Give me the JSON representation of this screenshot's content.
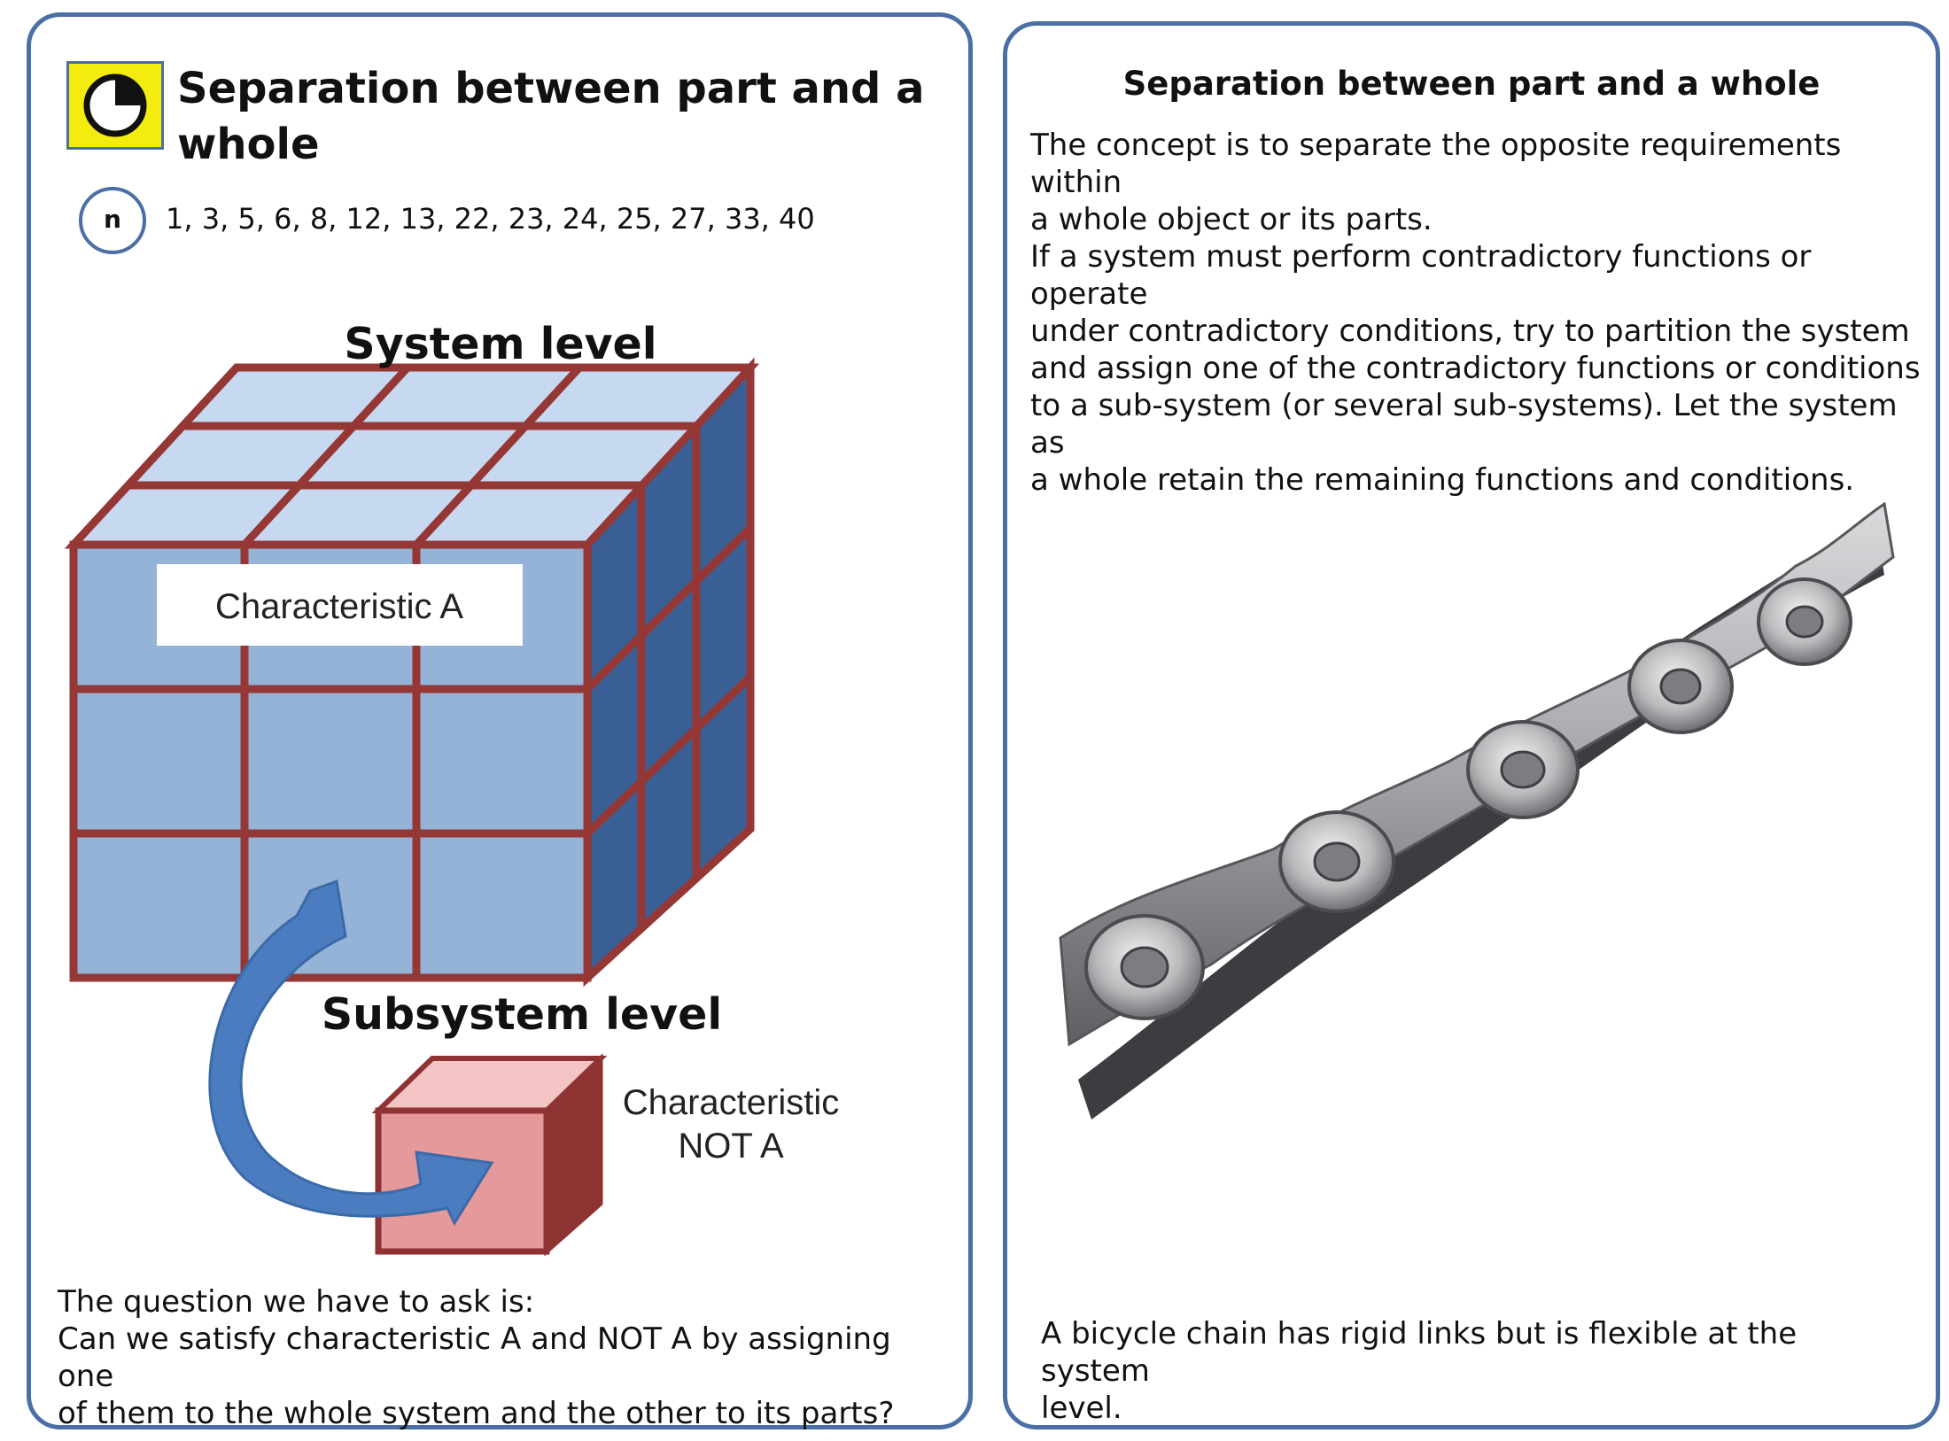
{
  "left_card": {
    "title": "Separation between part and a whole",
    "icon": "pie-chart-icon",
    "principle_marker": "n",
    "principle_numbers": "1, 3, 5, 6, 8, 12, 13, 22, 23, 24, 25, 27, 33, 40",
    "diagram": {
      "system_label": "System level",
      "characteristic_a": "Characteristic A",
      "subsystem_label": "Subsystem level",
      "characteristic_not_a_line1": "Characteristic",
      "characteristic_not_a_line2": "NOT A"
    },
    "question_lines": [
      "The question we have to ask is:",
      "Can we satisfy characteristic A and NOT A by assigning one",
      "of them to the whole system and the other to its parts?"
    ]
  },
  "right_card": {
    "title": "Separation between part and a whole",
    "body_lines": [
      "The concept is to separate the opposite requirements within",
      "a whole object or its parts.",
      "If a system must perform contradictory functions or operate",
      "under contradictory conditions, try to partition the system",
      "and assign one of the contradictory functions or conditions",
      "to a sub-system (or several sub-systems). Let the system as",
      "a whole retain the remaining functions and conditions."
    ],
    "image": "bicycle-chain-photo",
    "caption_lines": [
      "A bicycle chain has rigid links but is flexible at the system",
      "level."
    ]
  },
  "colors": {
    "card_border": "#4a6fa5",
    "icon_bg": "#f4ec0f",
    "cube_front": "#95b3d7",
    "cube_top": "#c6d9f1",
    "cube_side": "#3a5f94",
    "cube_edge": "#953735",
    "sub_front": "#e6999a",
    "sub_top": "#f2c4c4",
    "sub_side": "#8e3232",
    "arrow": "#4a7cbf"
  }
}
